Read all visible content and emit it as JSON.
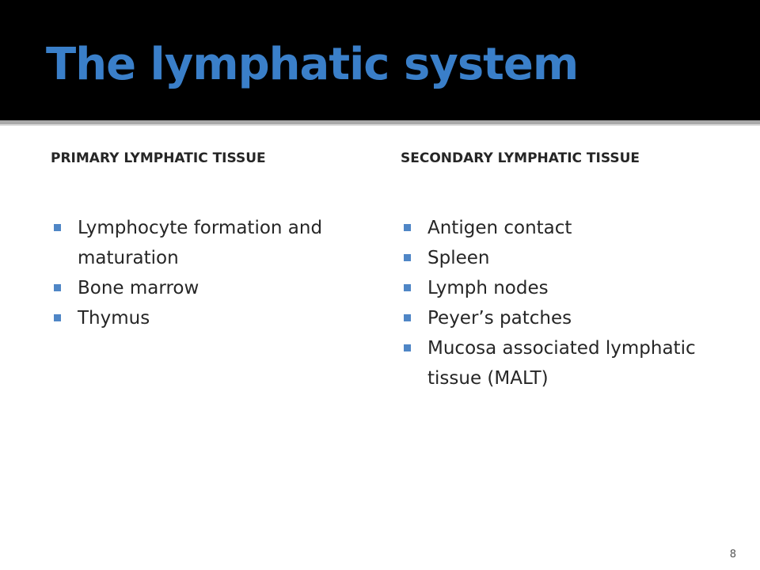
{
  "slide": {
    "title": "The lymphatic system",
    "page_number": "8",
    "colors": {
      "title_band": "#000000",
      "title_text": "#3a7fc9",
      "bullet": "#4f86c6",
      "body_text": "#262626"
    },
    "left_column": {
      "heading": "PRIMARY LYMPHATIC TISSUE",
      "items": [
        "Lymphocyte formation and maturation",
        "Bone marrow",
        "Thymus"
      ]
    },
    "right_column": {
      "heading": "SECONDARY LYMPHATIC TISSUE",
      "items": [
        "Antigen contact",
        "Spleen",
        "Lymph nodes",
        "Peyer’s patches",
        "Mucosa associated lymphatic tissue (MALT)"
      ]
    }
  }
}
